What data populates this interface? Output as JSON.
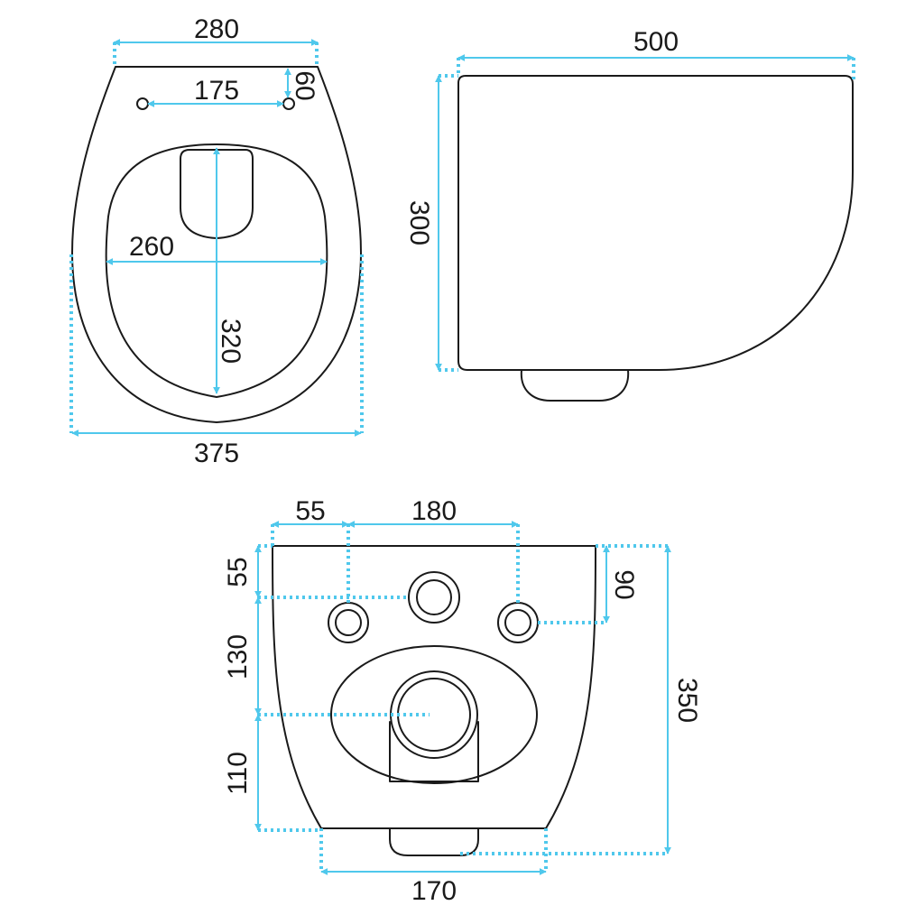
{
  "colors": {
    "dimension": "#4fc8ec",
    "outline": "#1a1a1a",
    "background": "#ffffff"
  },
  "top_view": {
    "dimensions": {
      "outer_width_top": "280",
      "hole_spacing": "175",
      "hole_offset": "60",
      "opening_width": "260",
      "opening_length": "320",
      "outer_width": "375"
    }
  },
  "side_view": {
    "dimensions": {
      "length": "500",
      "height": "300"
    }
  },
  "back_view": {
    "dimensions": {
      "left_offset": "55",
      "bolt_spacing": "180",
      "top_offset": "55",
      "bolt_height": "90",
      "lower_offset": "130",
      "bottom_offset": "110",
      "total_height": "350",
      "base_width": "170"
    }
  }
}
